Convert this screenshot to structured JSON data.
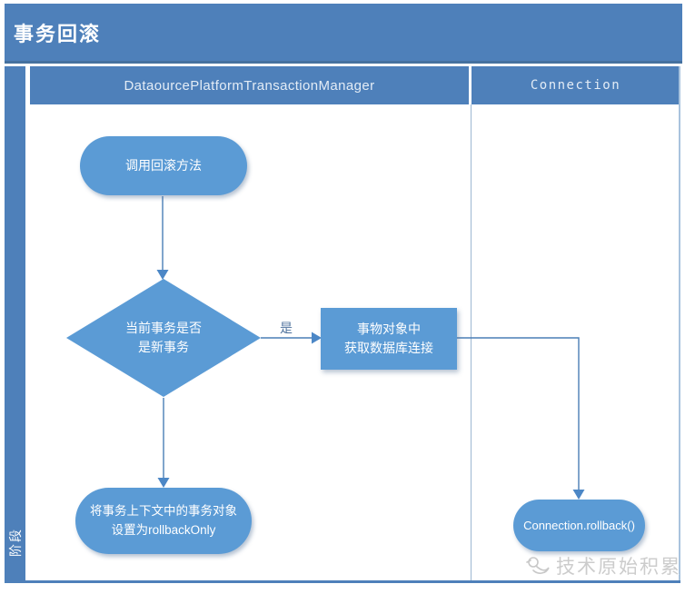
{
  "title": "事务回滚",
  "phase_label": "阶段",
  "lanes": {
    "manager": "DataourcePlatformTransactionManager",
    "connection": "Connection"
  },
  "nodes": {
    "start": {
      "label": "调用回滚方法"
    },
    "decision": {
      "line1": "当前事务是否",
      "line2": "是新事务"
    },
    "get_connection": {
      "line1": "事物对象中",
      "line2": "获取数据库连接"
    },
    "set_rollback_only": {
      "line1": "将事务上下文中的事务对象",
      "line2": "设置为rollbackOnly"
    },
    "connection_rollback": {
      "label": "Connection.rollback()"
    }
  },
  "edges": {
    "yes_label": "是"
  },
  "watermark": {
    "text": "技术原始积累",
    "icon": "bird-logo-icon"
  },
  "colors": {
    "band_blue": "#4E80BA",
    "node_blue": "#5B9BD5",
    "line_blue": "#4A7EB5",
    "divider_blue": "#9DB8D2",
    "watermark_gray": "#cccccc"
  }
}
